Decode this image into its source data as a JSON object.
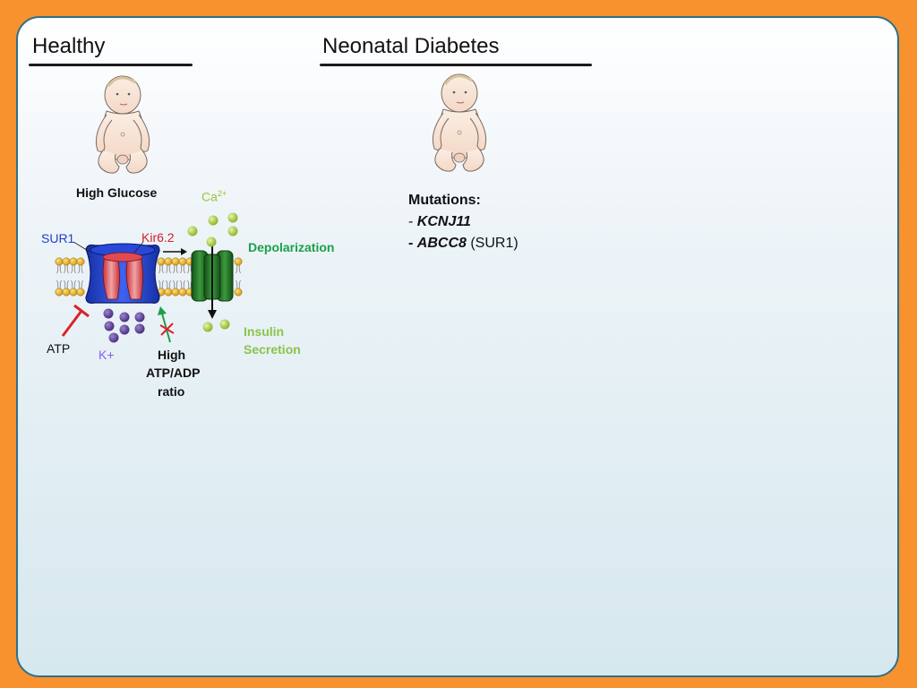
{
  "colors": {
    "frame": "#f7922e",
    "sur1": "#1f3fc8",
    "kir": "#d4202a",
    "potassium": "#6a4ca0",
    "calcium": "#9fc43a",
    "depolarization": "#1aa04a",
    "insulin": "#8bc34a",
    "channel": "#1f6b23"
  },
  "left": {
    "title": "Healthy",
    "baby_label": "High Glucose",
    "sur1_label": "SUR1",
    "kir_label": "Kir6.2",
    "calcium_label": "Ca",
    "calcium_superscript": "2+",
    "depolarization_label": "Depolarization",
    "insulin_line1": "Insulin",
    "insulin_line2": "Secretion",
    "atp_label": "ATP",
    "k_label": "K+",
    "ratio_line1": "High",
    "ratio_line2": "ATP/ADP",
    "ratio_line3": "ratio"
  },
  "right": {
    "title": "Neonatal Diabetes",
    "mutations_heading": "Mutations:",
    "mutation1_prefix": "- ",
    "mutation1_gene": "KCNJ11",
    "mutation2_prefix": "- ",
    "mutation2_gene": "ABCC8",
    "mutation2_suffix": " (SUR1)"
  }
}
